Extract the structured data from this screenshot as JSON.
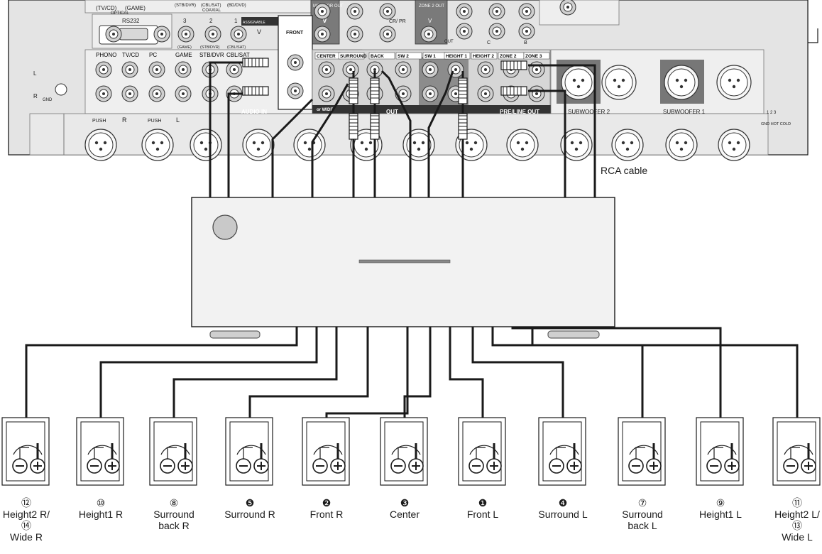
{
  "receiver": {
    "top_labels": {
      "optical_1": "(TV/CD)",
      "optical_2": "(GAME)",
      "optical_caption": "OPTICAL",
      "coaxial_1": "(STB/DVR)",
      "coaxial_2": "(CBL/SAT)",
      "coaxial_3": "(BD/DVD)",
      "coaxial_caption": "COAXIAL",
      "monitor_out": "MONITOR OUT",
      "monitor_v": "V",
      "zone2_out": "ZONE 2 OUT",
      "zone2_v": "V",
      "cr_pr": "CR/ PR",
      "out_tag": "OUT",
      "comp_c": "C",
      "comp_b": "B",
      "rs232": "RS232",
      "num_3": "3",
      "num_2": "2",
      "num_1": "1",
      "assignable": "ASSIGNABLE",
      "video_v": "V",
      "video_game": "(GAME)",
      "video_stb": "(STB/DVR)",
      "video_cbl": "(CBL/SAT)",
      "front": "FRONT"
    },
    "inputs": [
      "PHONO",
      "TV/CD",
      "PC",
      "GAME",
      "STB/DVR",
      "CBL/SAT"
    ],
    "side_l": "L",
    "side_r": "R",
    "gnd": "GND",
    "audio_in": "AUDIO IN",
    "pre_out_channels": [
      "CENTER",
      "SURROUND",
      "BACK",
      "SW 2",
      "SW 1",
      "HEIGHT 1",
      "HEIGHT 2",
      "ZONE 2",
      "ZONE 3"
    ],
    "or_wide": "or WIDE",
    "pre_out_label": "OUT",
    "pre_line_out": "PRE/LINE OUT",
    "subwoofer_2": "SUBWOOFER 2",
    "subwoofer_1": "SUBWOOFER 1",
    "push": "PUSH",
    "xlr_r": "R",
    "xlr_l": "L",
    "xlr_pins": "1  2  3",
    "xlr_legend": "GND  HOT  COLD"
  },
  "rca_cable_label": "RCA cable",
  "speakers": [
    {
      "num": "⑫",
      "name": "Height2 R/",
      "num2": "⑭",
      "name2": "Wide R"
    },
    {
      "num": "⑩",
      "name": "Height1 R"
    },
    {
      "num": "⑧",
      "name": "Surround",
      "name2": "back R"
    },
    {
      "num": "❺",
      "name": "Surround R"
    },
    {
      "num": "❷",
      "name": "Front R"
    },
    {
      "num": "❸",
      "name": "Center"
    },
    {
      "num": "❶",
      "name": "Front L"
    },
    {
      "num": "❹",
      "name": "Surround L"
    },
    {
      "num": "⑦",
      "name": "Surround",
      "name2": "back L"
    },
    {
      "num": "⑨",
      "name": "Height1 L"
    },
    {
      "num": "⑪",
      "name": "Height2 L/",
      "num2": "⑬",
      "name2": "Wide L"
    }
  ],
  "terminal_minus": "⊖",
  "terminal_plus": "⊕",
  "colors": {
    "line": "#1a1a1a",
    "panel": "#dcdcdc",
    "dark_panel": "#4a4a4a",
    "box": "#f2f2f2"
  }
}
